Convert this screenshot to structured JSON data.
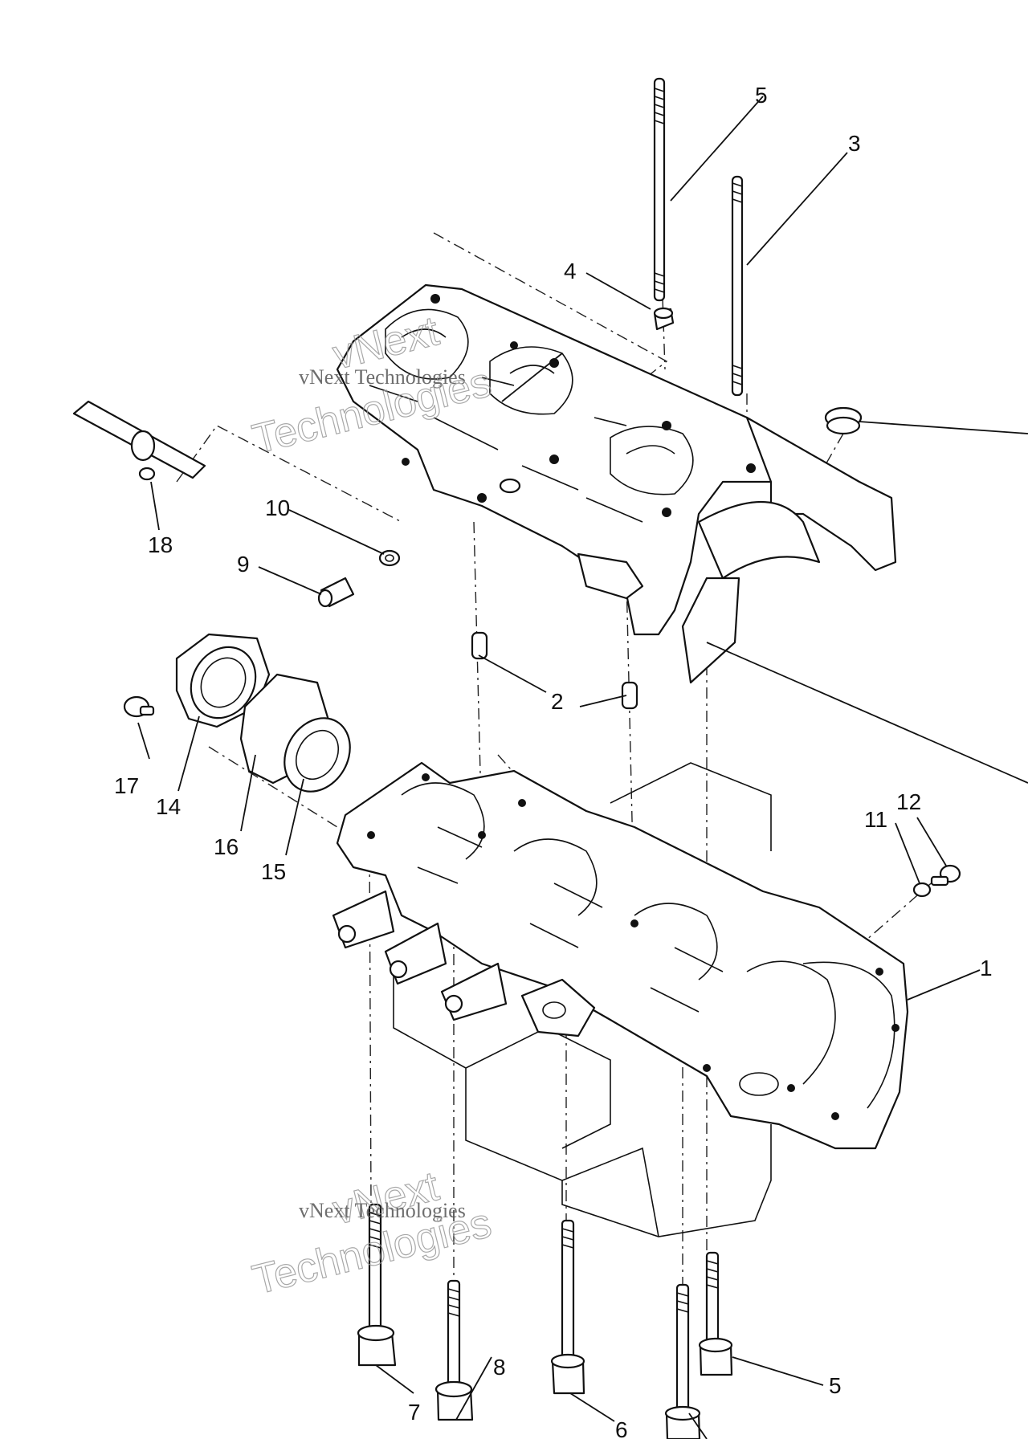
{
  "callouts": [
    {
      "id": "c1",
      "label": "1"
    },
    {
      "id": "c2",
      "label": "2"
    },
    {
      "id": "c3",
      "label": "3"
    },
    {
      "id": "c4",
      "label": "4"
    },
    {
      "id": "c5top",
      "label": "5"
    },
    {
      "id": "c5bot",
      "label": "5"
    },
    {
      "id": "c6",
      "label": "6"
    },
    {
      "id": "c7",
      "label": "7"
    },
    {
      "id": "c8",
      "label": "8"
    },
    {
      "id": "c9",
      "label": "9"
    },
    {
      "id": "c10",
      "label": "10"
    },
    {
      "id": "c11",
      "label": "11"
    },
    {
      "id": "c12",
      "label": "12"
    },
    {
      "id": "c14",
      "label": "14"
    },
    {
      "id": "c15",
      "label": "15"
    },
    {
      "id": "c16",
      "label": "16"
    },
    {
      "id": "c17",
      "label": "17"
    },
    {
      "id": "c18",
      "label": "18"
    }
  ],
  "watermark": {
    "brand": "vNext",
    "word": "Technologies",
    "line": "vNext Technologies"
  }
}
